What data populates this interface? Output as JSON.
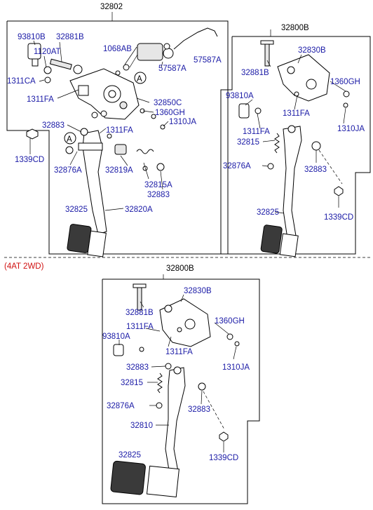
{
  "variant_note": "(4AT 2WD)",
  "colors": {
    "label_blue": "#1a1aa6",
    "label_black": "#000000",
    "note_red": "#d01010"
  },
  "assembly_a": {
    "title": "32802",
    "labels": {
      "p93810B": "93810B",
      "p32881B": "32881B",
      "p1120AT": "1120AT",
      "p1311CA": "1311CA",
      "p1068AB": "1068AB",
      "p57587A_top": "57587A",
      "p57587A_mid": "57587A",
      "p1311FA_left": "1311FA",
      "p32850C": "32850C",
      "p1360GH": "1360GH",
      "p1310JA": "1310JA",
      "p32883_top": "32883",
      "p1311FA_mid": "1311FA",
      "p1339CD": "1339CD",
      "p32876A": "32876A",
      "p32819A": "32819A",
      "p32815A": "32815A",
      "p32883_bot": "32883",
      "p32825": "32825",
      "p32820A": "32820A",
      "callout_a1": "A",
      "callout_a2": "A"
    }
  },
  "assembly_b": {
    "title": "32800B",
    "labels": {
      "p32830B": "32830B",
      "p32881B": "32881B",
      "p1360GH": "1360GH",
      "p93810A": "93810A",
      "p1311FA_a": "1311FA",
      "p1311FA_b": "1311FA",
      "p1310JA": "1310JA",
      "p32815": "32815",
      "p32876A": "32876A",
      "p32883": "32883",
      "p1339CD": "1339CD",
      "p32825": "32825"
    }
  },
  "assembly_c": {
    "title": "32800B",
    "labels": {
      "p32830B": "32830B",
      "p32881B": "32881B",
      "p1360GH": "1360GH",
      "p1311FA_a": "1311FA",
      "p93810A": "93810A",
      "p1311FA_b": "1311FA",
      "p1310JA": "1310JA",
      "p32883_a": "32883",
      "p32815": "32815",
      "p32876A": "32876A",
      "p32883_b": "32883",
      "p32810": "32810",
      "p1339CD": "1339CD",
      "p32825": "32825"
    }
  }
}
